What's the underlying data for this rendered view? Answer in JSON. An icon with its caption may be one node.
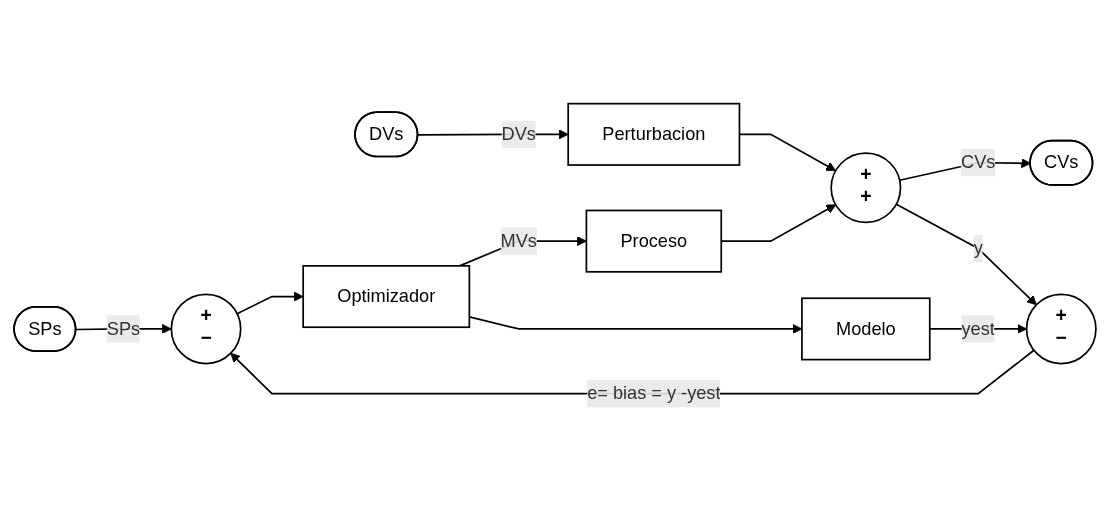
{
  "diagram": {
    "nodes": [
      {
        "text": [
          "DVs"
        ]
      },
      {
        "text": [
          "Perturbacion"
        ]
      },
      {
        "text": [
          "SPs"
        ]
      },
      {
        "text": [
          "+",
          "−"
        ]
      },
      {
        "text": [
          "Optimizador"
        ]
      },
      {
        "text": [
          "Proceso"
        ]
      },
      {
        "text": [
          "+",
          "+"
        ]
      },
      {
        "text": [
          "CVs"
        ]
      },
      {
        "text": [
          "Modelo"
        ]
      },
      {
        "text": [
          "+",
          "−"
        ]
      }
    ],
    "edges": [
      {
        "from": 0,
        "to": 1,
        "arrow": "to",
        "label": "DVs"
      },
      {
        "from": 2,
        "to": 3,
        "arrow": "to",
        "label": "SPs"
      },
      {
        "from": 3,
        "to": 4,
        "arrow": "to"
      },
      {
        "from": 4,
        "to": 5,
        "arrow": "to",
        "label": "MVs"
      },
      {
        "from": 4,
        "to": 8,
        "arrow": "to"
      },
      {
        "from": 1,
        "to": 6,
        "arrow": "to"
      },
      {
        "from": 5,
        "to": 6,
        "arrow": "to"
      },
      {
        "from": 6,
        "to": 7,
        "arrow": "to",
        "label": "CVs"
      },
      {
        "from": 6,
        "to": 9,
        "arrow": "to",
        "label": "y"
      },
      {
        "from": 8,
        "to": 9,
        "arrow": "to",
        "label": "yest"
      },
      {
        "from": 9,
        "to": 3,
        "arrow": "to",
        "label": "e= bias = y -yest"
      }
    ]
  }
}
